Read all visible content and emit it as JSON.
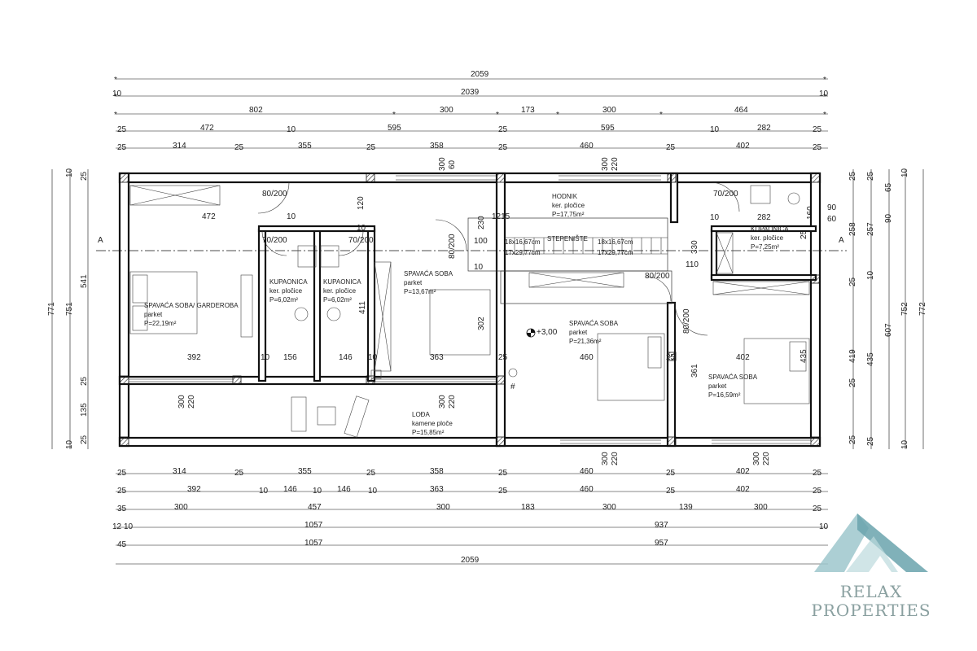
{
  "colors": {
    "line": "#111111",
    "logo": "#6aa3ad",
    "logo_text": "#8aa0a0"
  },
  "section_marker": {
    "left": "A",
    "right": "A"
  },
  "top_dims": {
    "row1": [
      "2059"
    ],
    "row2": [
      "10",
      "2039",
      "10"
    ],
    "row3": [
      "802",
      "300",
      "173",
      "300",
      "464"
    ],
    "row4": [
      "25",
      "472",
      "10",
      "595",
      "25",
      "595",
      "10",
      "282",
      "25"
    ],
    "row5": [
      "25",
      "314",
      "25",
      "355",
      "25",
      "358",
      "25",
      "460",
      "25",
      "402",
      "25"
    ]
  },
  "bottom_dims": {
    "row1": [
      "25",
      "314",
      "25",
      "355",
      "25",
      "358",
      "25",
      "460",
      "25",
      "402",
      "25"
    ],
    "row2": [
      "25",
      "392",
      "10",
      "146",
      "10",
      "146",
      "10",
      "363",
      "25",
      "460",
      "25",
      "402",
      "25"
    ],
    "row3": [
      "35",
      "300",
      "457",
      "300",
      "183",
      "300",
      "139",
      "300",
      "25"
    ],
    "row4": [
      "12",
      "10",
      "1057",
      "937",
      "10"
    ],
    "row5": [
      "45",
      "1057",
      "957"
    ],
    "row6": [
      "2059"
    ]
  },
  "left_dims": {
    "outer": [
      "771"
    ],
    "middle": [
      "751"
    ],
    "inner": [
      "541",
      "135"
    ],
    "small": [
      "10",
      "25",
      "25",
      "25",
      "10"
    ]
  },
  "right_dims": {
    "outer": [
      "772"
    ],
    "middle": [
      "752"
    ],
    "c3": [
      "607",
      "90"
    ],
    "c4": [
      "257",
      "435",
      "65"
    ],
    "c5": [
      "258",
      "419",
      "25",
      "10"
    ],
    "small": [
      "10",
      "25",
      "25",
      "10",
      "25"
    ],
    "near": [
      "90",
      "60",
      "160",
      "257"
    ]
  },
  "interior_dims": {
    "d_472": "472",
    "d_80_200_a": "80/200",
    "d_10_a": "10",
    "d_120": "120",
    "d_70_200_a": "70/200",
    "d_70_200_b": "70/200",
    "d_10_b": "10",
    "d_300_60": "300",
    "d_60": "60",
    "d_300_220_top": "300",
    "d_220_top": "220",
    "d_70_200_c": "70/200",
    "d_10_c": "10",
    "d_282": "282",
    "d_230": "230",
    "d_1215": "1215",
    "d_100": "100",
    "d_80_200_b": "80/200",
    "d_330": "330",
    "d_110": "110",
    "d_80_200_c": "80/200",
    "d_80_200_d": "80/200",
    "d_411": "411",
    "d_302": "302",
    "d_361": "361",
    "d_435i": "435",
    "d_392": "392",
    "d_156": "156",
    "d_146": "146",
    "d_10_d": "10",
    "d_363": "363",
    "d_25_a": "25",
    "d_460": "460",
    "d_402": "402",
    "d_25_b": "25",
    "d_300_220_l1": "300",
    "d_220_l1": "220",
    "d_300_220_l2": "300",
    "d_220_l2": "220",
    "d_300_220_b1": "300",
    "d_220_b1": "220",
    "d_300_220_b2": "300",
    "d_220_b2": "220",
    "d_10_e": "10",
    "d_10_f": "10",
    "d_25_c": "25",
    "d_25_d": "25",
    "level": "+3,00"
  },
  "stairs": {
    "left_a": "18x16,67cm",
    "left_b": "17x29,77cm",
    "right_a": "18x16,67cm",
    "right_b": "17x29,77cm",
    "label": "STEPENIŠTE"
  },
  "rooms": {
    "hodnik": {
      "name": "HODNIK",
      "floor": "ker. pločice",
      "area": "P=17,75m²"
    },
    "kupaonica_r": {
      "name": "KUPAONICA",
      "floor": "ker. pločice",
      "area": "P=7,25m²"
    },
    "spavaca_garderoba": {
      "name": "SPAVAĆA SOBA/ GARDEROBA",
      "floor": "parket",
      "area": "P=22,19m²"
    },
    "kupaonica_1": {
      "name": "KUPAONICA",
      "floor": "ker. pločice",
      "area": "P=6,02m²"
    },
    "kupaonica_2": {
      "name": "KUPAONICA",
      "floor": "ker. pločice",
      "area": "P=6,02m²"
    },
    "spavaca_2": {
      "name": "SPAVAĆA SOBA",
      "floor": "parket",
      "area": "P=13,67m²"
    },
    "spavaca_3": {
      "name": "SPAVAĆA SOBA",
      "floor": "parket",
      "area": "P=21,36m²"
    },
    "spavaca_4": {
      "name": "SPAVAĆA SOBA",
      "floor": "parket",
      "area": "P=16,59m²"
    },
    "lodja": {
      "name": "LOĐA",
      "floor": "kamene ploče",
      "area": "P=15,85m²"
    }
  },
  "logo": {
    "line1": "RELAX",
    "line2": "PROPERTIES"
  }
}
